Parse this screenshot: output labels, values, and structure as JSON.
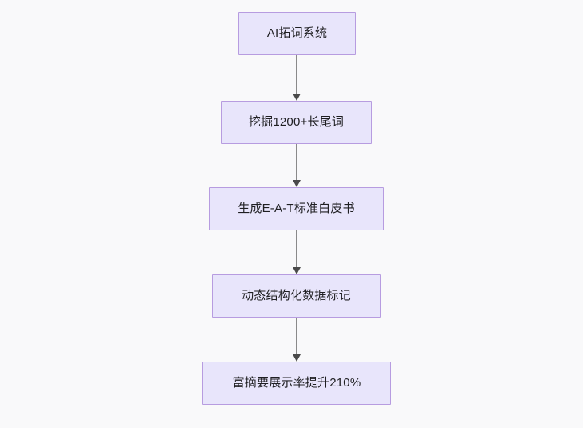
{
  "diagram": {
    "type": "flowchart",
    "direction": "top-to-bottom",
    "background_color": "#f9f9fa",
    "node_fill_color": "#e8e5fb",
    "node_border_color": "#b79ce0",
    "node_text_color": "#1f1f22",
    "edge_color": "#8a8a8a",
    "arrowhead_color": "#4a4a4a",
    "nodes": [
      {
        "id": "n1",
        "label": "AI拓词系统"
      },
      {
        "id": "n2",
        "label": "挖掘1200+长尾词"
      },
      {
        "id": "n3",
        "label": "生成E-A-T标准白皮书"
      },
      {
        "id": "n4",
        "label": "动态结构化数据标记"
      },
      {
        "id": "n5",
        "label": "富摘要展示率提升210%"
      }
    ],
    "edges": [
      {
        "id": "e1",
        "from": "n1",
        "to": "n2",
        "label": ""
      },
      {
        "id": "e2",
        "from": "n2",
        "to": "n3",
        "label": ""
      },
      {
        "id": "e3",
        "from": "n3",
        "to": "n4",
        "label": ""
      },
      {
        "id": "e4",
        "from": "n4",
        "to": "n5",
        "label": ""
      }
    ]
  }
}
